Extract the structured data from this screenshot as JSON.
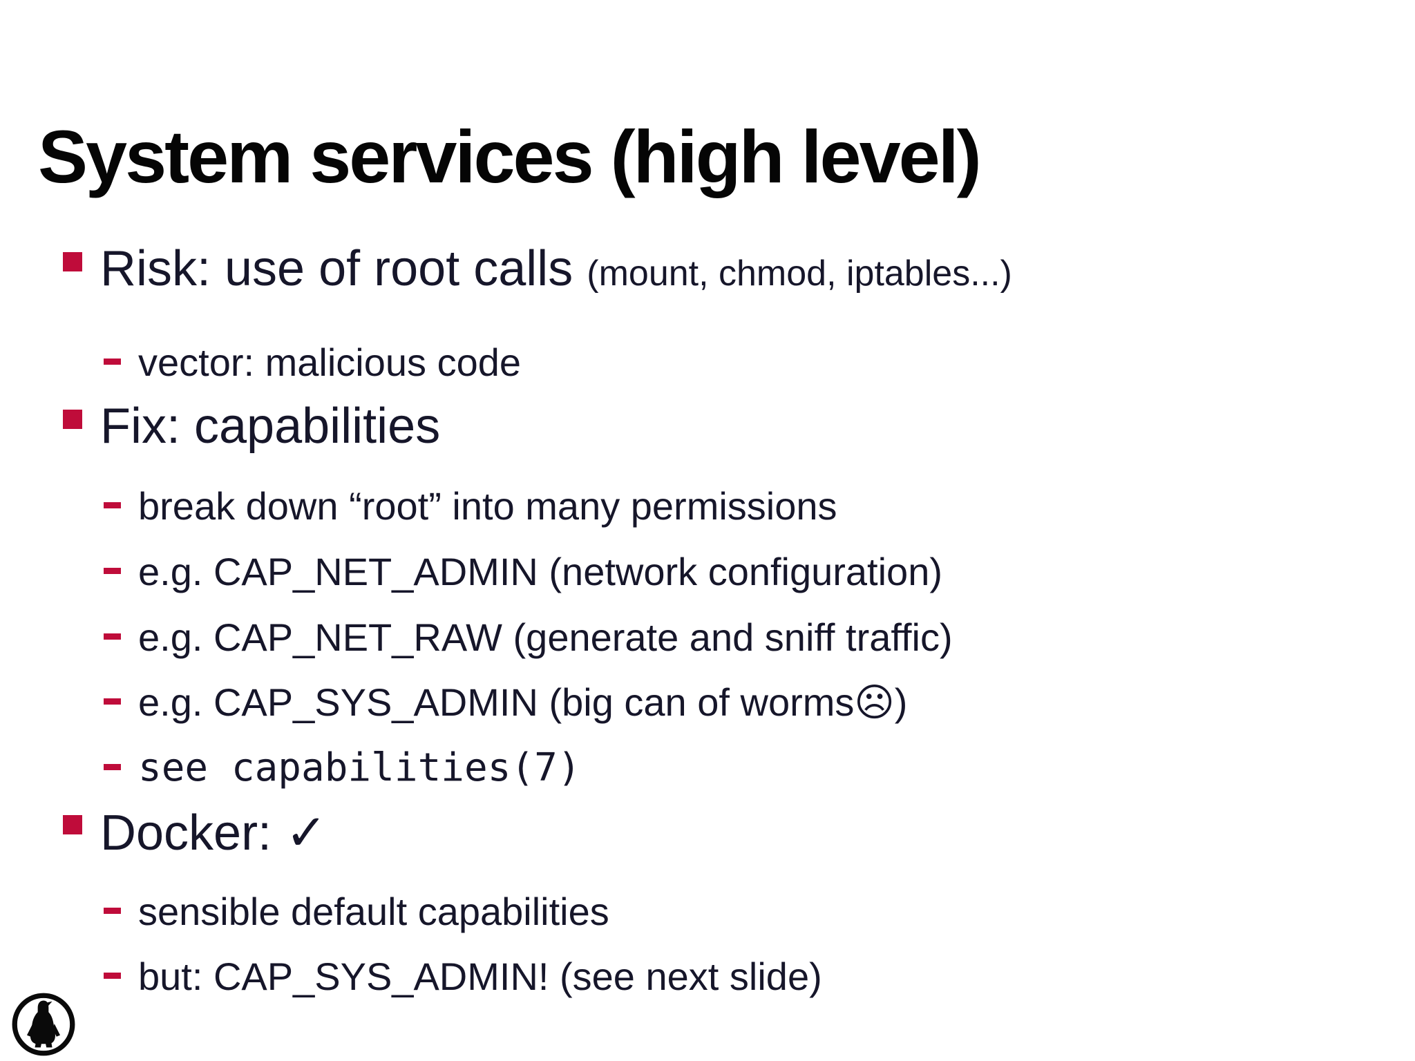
{
  "slide": {
    "title": "System services (high level)",
    "accent_color": "#bf0c3a",
    "text_color": "#16162a",
    "footer_logo_icon": "penguin-logo",
    "items": [
      {
        "level": 1,
        "text": "Risk: use of root calls",
        "note": "(mount, chmod, iptables...)"
      },
      {
        "level": 2,
        "text": "vector: malicious code"
      },
      {
        "level": 1,
        "text": "Fix: capabilities"
      },
      {
        "level": 2,
        "text": "break down “root” into many permissions"
      },
      {
        "level": 2,
        "text": "e.g. CAP_NET_ADMIN (network configuration)"
      },
      {
        "level": 2,
        "text": "e.g. CAP_NET_RAW (generate and sniff traffic)"
      },
      {
        "level": 2,
        "text": "e.g. CAP_SYS_ADMIN (big can of worms☹)"
      },
      {
        "level": 2,
        "text": "see capabilities(7)",
        "mono": true
      },
      {
        "level": 1,
        "text": "Docker: ✓"
      },
      {
        "level": 2,
        "text": "sensible default capabilities"
      },
      {
        "level": 2,
        "text": "but: CAP_SYS_ADMIN! (see next slide)"
      }
    ]
  }
}
